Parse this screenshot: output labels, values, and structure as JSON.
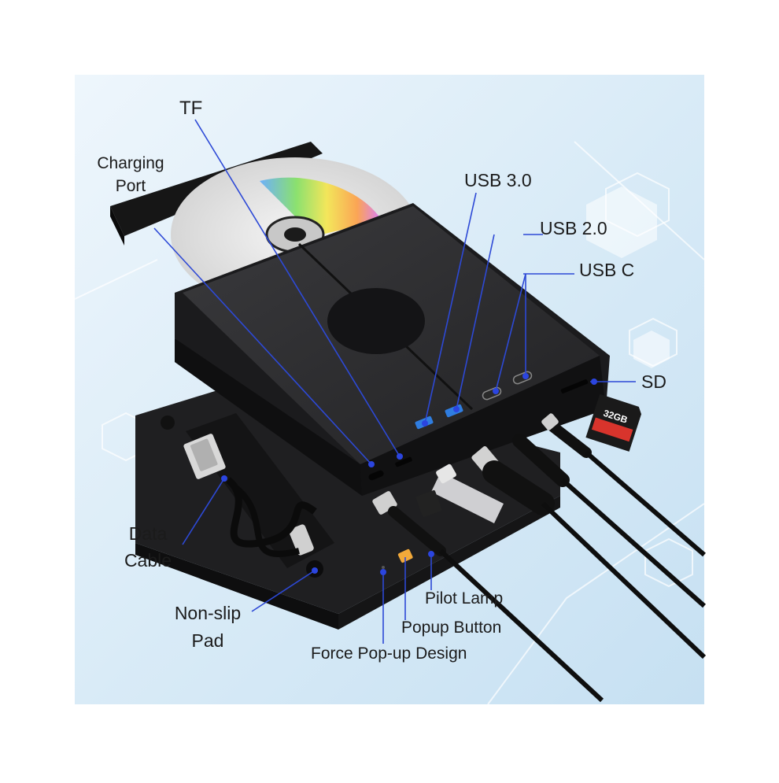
{
  "labels": {
    "tf": "TF",
    "charging_port_line1": "Charging",
    "charging_port_line2": "Port",
    "usb30": "USB 3.0",
    "usb20": "USB 2.0",
    "usbc": "USB C",
    "sd": "SD",
    "data_cable_line1": "Data",
    "data_cable_line2": "Cable",
    "non_slip_line1": "Non-slip",
    "non_slip_line2": "Pad",
    "pilot_lamp": "Pilot Lamp",
    "popup_button": "Popup Button",
    "force_popup": "Force Pop-up Design"
  },
  "sd_card_text": "32GB",
  "colors": {
    "background_panel": "#dcecf7",
    "device_body": "#1c1c1e",
    "device_top": "#2a2a2c",
    "callout_line": "#2d49d6",
    "callout_dot": "#2b45e0",
    "usb30_port": "#2f7de0",
    "sd_card_red": "#d8342c",
    "cable": "#141414"
  }
}
